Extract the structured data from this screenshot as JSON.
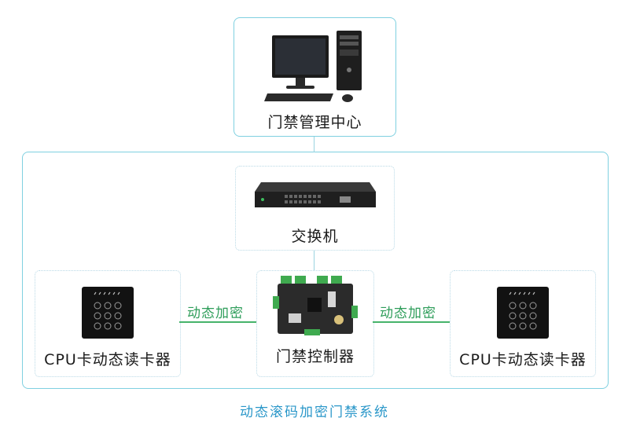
{
  "title": "动态滚码加密门禁系统",
  "nodes": {
    "management": {
      "label": "门禁管理中心",
      "icon": "desktop-computer-icon"
    },
    "switch": {
      "label": "交换机",
      "icon": "network-switch-icon"
    },
    "controller": {
      "label": "门禁控制器",
      "icon": "circuit-board-icon"
    },
    "reader_left": {
      "label": "CPU卡动态读卡器",
      "icon": "card-reader-icon"
    },
    "reader_right": {
      "label": "CPU卡动态读卡器",
      "icon": "card-reader-icon"
    }
  },
  "links": {
    "left": "动态加密",
    "right": "动态加密"
  },
  "colors": {
    "border": "#7fd0e0",
    "link_green": "#46b36a",
    "link_text": "#2e9d5a",
    "caption": "#2a97c9"
  }
}
